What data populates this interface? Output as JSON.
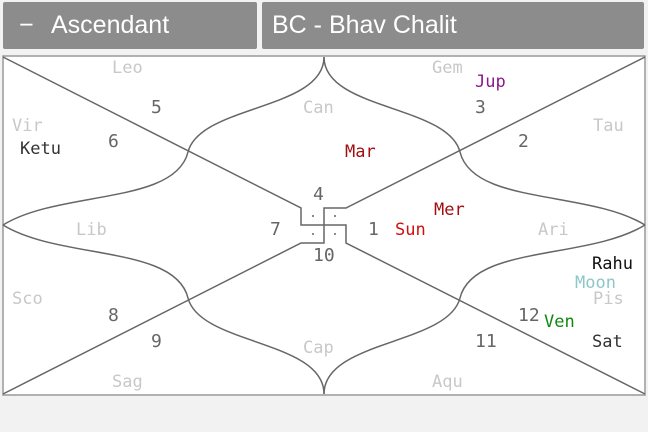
{
  "header": {
    "minus_icon": "−",
    "ascendant_label": "Ascendant",
    "chart_label": "BC - Bhav Chalit"
  },
  "signs": {
    "leo": "Leo",
    "gem": "Gem",
    "vir": "Vir",
    "can": "Can",
    "tau": "Tau",
    "lib": "Lib",
    "ari": "Ari",
    "sco": "Sco",
    "pis": "Pis",
    "cap": "Cap",
    "sag": "Sag",
    "aqu": "Aqu"
  },
  "houses": {
    "h1": "1",
    "h2": "2",
    "h3": "3",
    "h4": "4",
    "h5": "5",
    "h6": "6",
    "h7": "7",
    "h8": "8",
    "h9": "9",
    "h10": "10",
    "h11": "11",
    "h12": "12"
  },
  "planets": {
    "jup": "Jup",
    "ketu": "Ketu",
    "mar": "Mar",
    "mer": "Mer",
    "sun": "Sun",
    "rahu": "Rahu",
    "moon": "Moon",
    "ven": "Ven",
    "sat": "Sat"
  },
  "colors": {
    "jup": "#8b1a8b",
    "ketu": "#333333",
    "mar": "#a01010",
    "mer": "#a01010",
    "sun": "#d01010",
    "rahu": "#111111",
    "moon": "#8cc8c8",
    "ven": "#118811",
    "sat": "#333333"
  }
}
